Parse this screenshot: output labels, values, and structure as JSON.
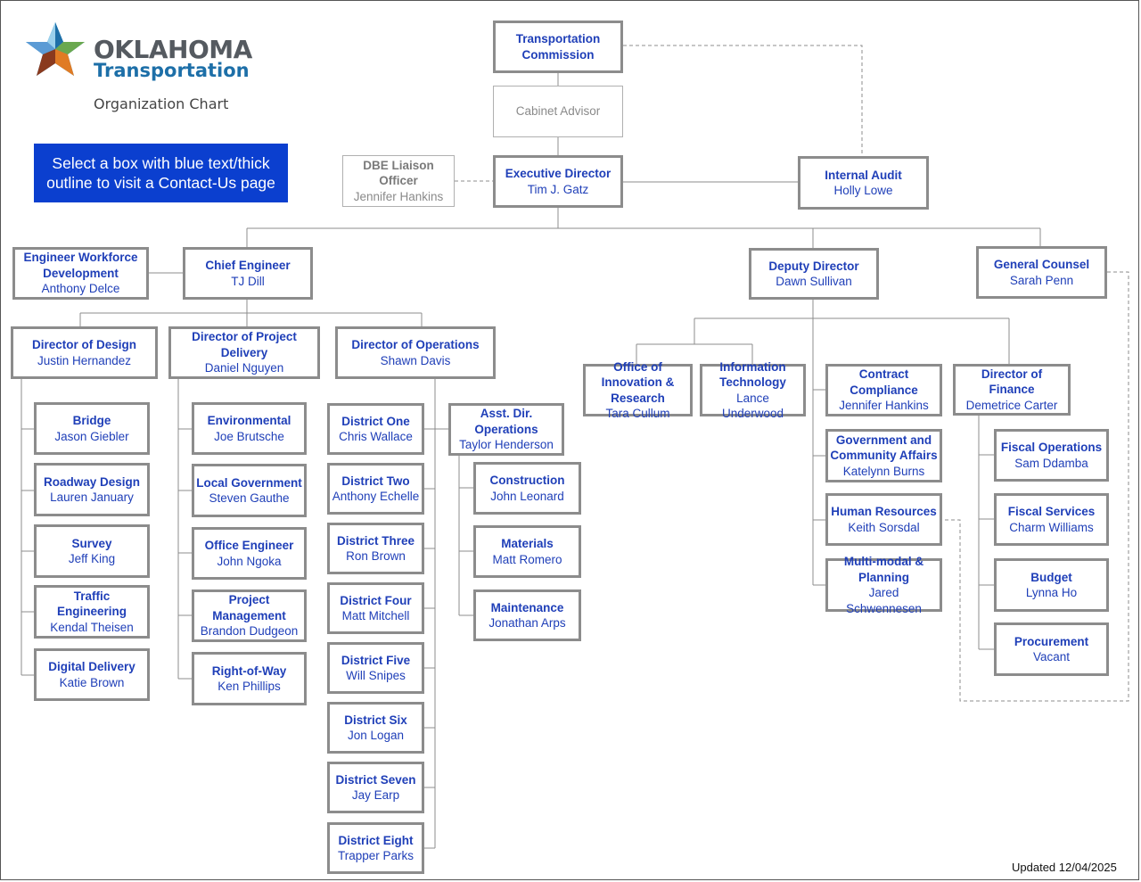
{
  "header": {
    "logo_line1": "OKLAHOMA",
    "logo_line2": "Transportation",
    "title": "Organization Chart"
  },
  "banner": {
    "text": "Select a box with blue text/thick outline to visit a Contact-Us page"
  },
  "footer": {
    "updated": "Updated 12/04/2025"
  },
  "colors": {
    "link_text": "#1f3fb8",
    "box_border": "#8c8c8c",
    "banner_bg": "#0b3fcf",
    "inactive_text": "#8a8a8a"
  },
  "boxes": {
    "transportation_commission": {
      "title": "Transportation Commission",
      "name": ""
    },
    "cabinet_advisor": {
      "title": "Cabinet Advisor",
      "name": ""
    },
    "dbe_liaison": {
      "title": "DBE Liaison Officer",
      "name": "Jennifer Hankins"
    },
    "executive_director": {
      "title": "Executive Director",
      "name": "Tim J. Gatz"
    },
    "internal_audit": {
      "title": "Internal Audit",
      "name": "Holly Lowe"
    },
    "engineer_workforce": {
      "title": "Engineer Workforce Development",
      "name": "Anthony Delce"
    },
    "chief_engineer": {
      "title": "Chief Engineer",
      "name": "TJ Dill"
    },
    "deputy_director": {
      "title": "Deputy Director",
      "name": "Dawn Sullivan"
    },
    "general_counsel": {
      "title": "General Counsel",
      "name": "Sarah Penn"
    },
    "director_design": {
      "title": "Director of Design",
      "name": "Justin Hernandez"
    },
    "director_project_delivery": {
      "title": "Director of Project Delivery",
      "name": "Daniel Nguyen"
    },
    "director_operations": {
      "title": "Director of Operations",
      "name": "Shawn Davis"
    },
    "office_innovation": {
      "title": "Office of Innovation & Research",
      "name": "Tara Cullum"
    },
    "information_technology": {
      "title": "Information Technology",
      "name": "Lance Underwood"
    },
    "contract_compliance": {
      "title": "Contract Compliance",
      "name": "Jennifer Hankins"
    },
    "director_finance": {
      "title": "Director of Finance",
      "name": "Demetrice Carter"
    },
    "bridge": {
      "title": "Bridge",
      "name": "Jason Giebler"
    },
    "roadway_design": {
      "title": "Roadway Design",
      "name": "Lauren January"
    },
    "survey": {
      "title": "Survey",
      "name": "Jeff King"
    },
    "traffic_engineering": {
      "title": "Traffic Engineering",
      "name": "Kendal Theisen"
    },
    "digital_delivery": {
      "title": "Digital Delivery",
      "name": "Katie Brown"
    },
    "environmental": {
      "title": "Environmental",
      "name": "Joe Brutsche"
    },
    "local_government": {
      "title": "Local Government",
      "name": "Steven Gauthe"
    },
    "office_engineer": {
      "title": "Office Engineer",
      "name": "John Ngoka"
    },
    "project_management": {
      "title": "Project Management",
      "name": "Brandon Dudgeon"
    },
    "right_of_way": {
      "title": "Right-of-Way",
      "name": "Ken Phillips"
    },
    "district_one": {
      "title": "District One",
      "name": "Chris Wallace"
    },
    "district_two": {
      "title": "District Two",
      "name": "Anthony Echelle"
    },
    "district_three": {
      "title": "District Three",
      "name": "Ron Brown"
    },
    "district_four": {
      "title": "District Four",
      "name": "Matt Mitchell"
    },
    "district_five": {
      "title": "District Five",
      "name": "Will Snipes"
    },
    "district_six": {
      "title": "District Six",
      "name": "Jon Logan"
    },
    "district_seven": {
      "title": "District Seven",
      "name": "Jay Earp"
    },
    "district_eight": {
      "title": "District Eight",
      "name": "Trapper Parks"
    },
    "asst_dir_operations": {
      "title": "Asst. Dir. Operations",
      "name": "Taylor Henderson"
    },
    "construction": {
      "title": "Construction",
      "name": "John Leonard"
    },
    "materials": {
      "title": "Materials",
      "name": "Matt Romero"
    },
    "maintenance": {
      "title": "Maintenance",
      "name": "Jonathan Arps"
    },
    "government_community_affairs": {
      "title": "Government and Community Affairs",
      "name": "Katelynn Burns"
    },
    "human_resources": {
      "title": "Human Resources",
      "name": "Keith Sorsdal"
    },
    "multimodal_planning": {
      "title": "Multi-modal & Planning",
      "name": "Jared Schwennesen"
    },
    "fiscal_operations": {
      "title": "Fiscal Operations",
      "name": "Sam Ddamba"
    },
    "fiscal_services": {
      "title": "Fiscal Services",
      "name": "Charm Williams"
    },
    "budget": {
      "title": "Budget",
      "name": "Lynna Ho"
    },
    "procurement": {
      "title": "Procurement",
      "name": "Vacant"
    }
  }
}
